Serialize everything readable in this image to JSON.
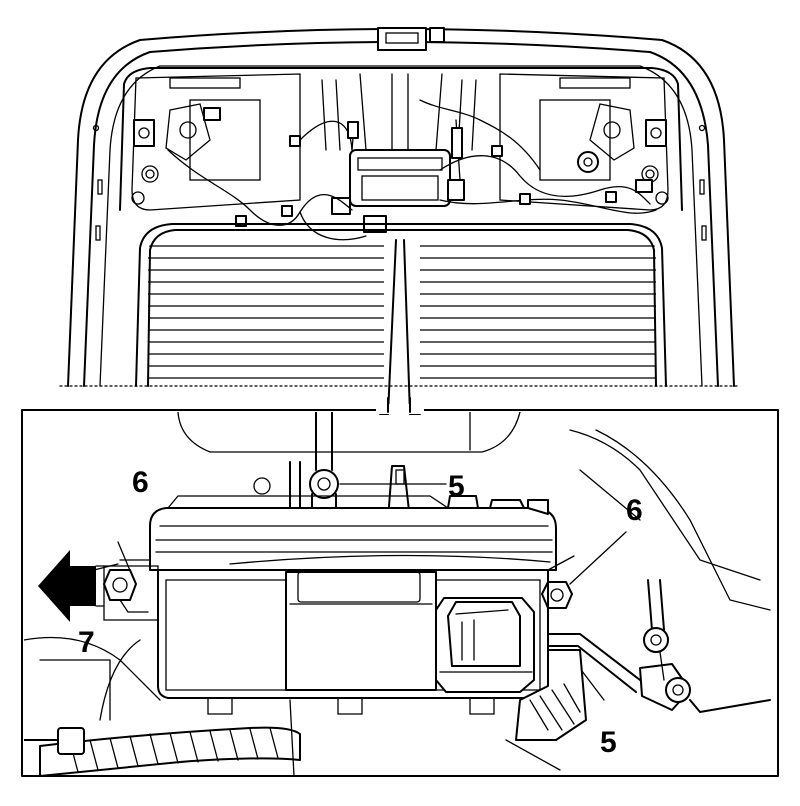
{
  "figure": {
    "callouts": [
      {
        "id": "cable-top",
        "text": "5"
      },
      {
        "id": "cable-bottom",
        "text": "5"
      },
      {
        "id": "fastener-left",
        "text": "6"
      },
      {
        "id": "fastener-right",
        "text": "6"
      },
      {
        "id": "direction",
        "text": "7"
      }
    ]
  }
}
